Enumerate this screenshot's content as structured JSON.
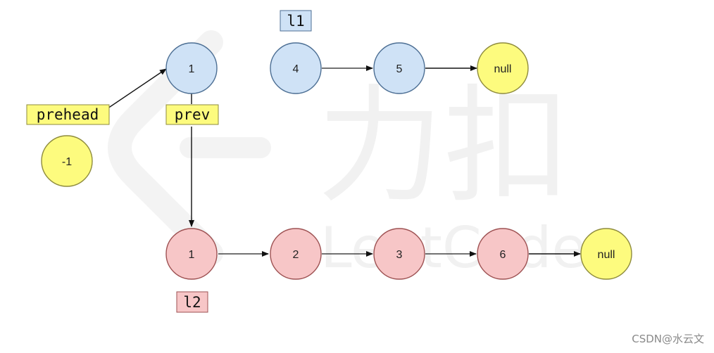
{
  "watermark": {
    "brand_cn": "力扣",
    "brand_en": "LeetCode"
  },
  "nodes": {
    "l1_1": "1",
    "l1_4": "4",
    "l1_5": "5",
    "l1_null": "null",
    "prehead": "-1",
    "l2_1": "1",
    "l2_2": "2",
    "l2_3": "3",
    "l2_6": "6",
    "l2_null": "null"
  },
  "tags": {
    "l1": "l1",
    "l2": "l2",
    "prehead": "prehead",
    "prev": "prev"
  },
  "colors": {
    "blue_fill": "#cfe2f6",
    "blue_stroke": "#4d6f94",
    "red_fill": "#f7c6c7",
    "red_stroke": "#9e5253",
    "yellow_fill": "#fdfb7e",
    "yellow_stroke": "#8e8b3d",
    "arrow": "#111111"
  },
  "credit": "CSDN@水云文"
}
